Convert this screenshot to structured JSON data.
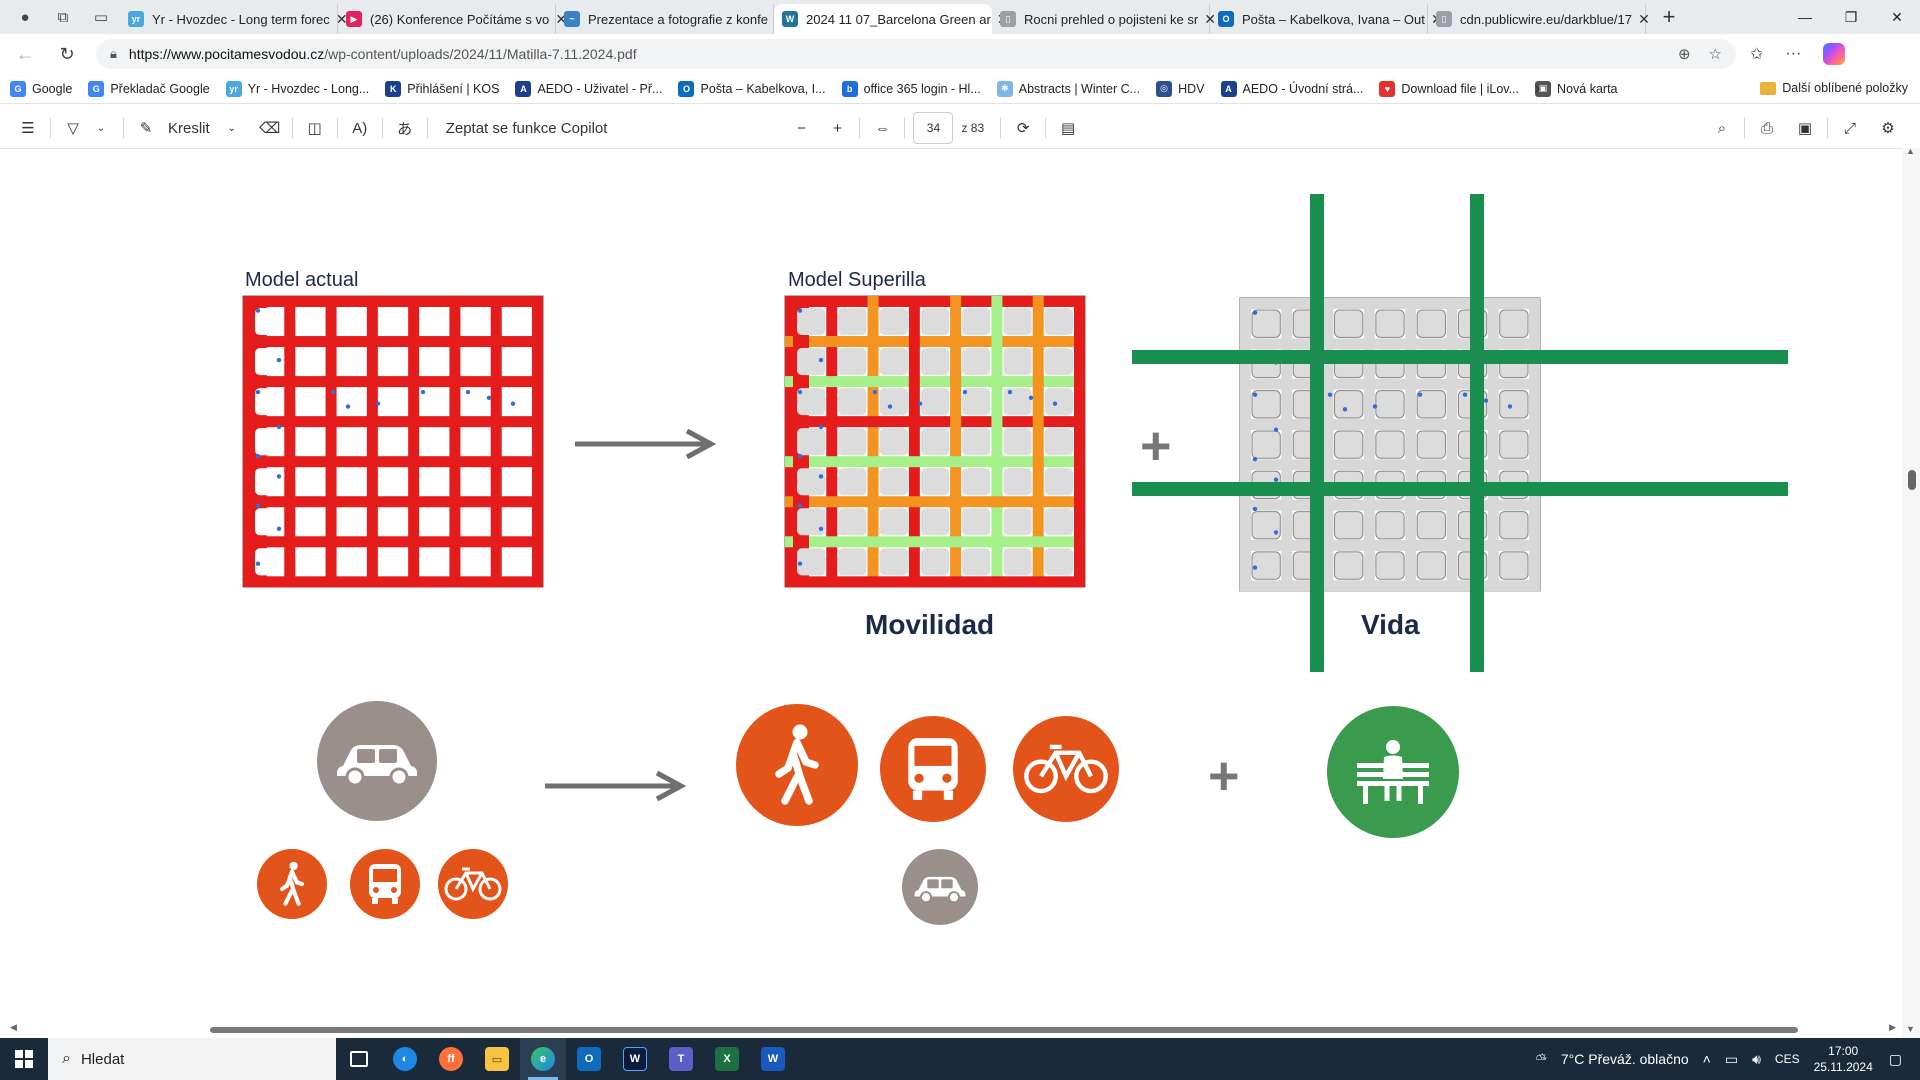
{
  "browser": {
    "tabs": [
      {
        "title": "Yr - Hvozdec - Long term forec",
        "color": "#4aa8e0",
        "glyph": "yr"
      },
      {
        "title": "(26) Konference Počítáme s vo",
        "color": "#e0245e",
        "glyph": "▶"
      },
      {
        "title": "Prezentace a fotografie z konfe",
        "color": "#3b82c4",
        "glyph": "~"
      },
      {
        "title": "2024 11 07_Barcelona Green ar",
        "color": "#21759b",
        "glyph": "W",
        "active": true
      },
      {
        "title": "Rocni prehled o pojisteni ke sr",
        "color": "#9aa0a6",
        "glyph": "▯"
      },
      {
        "title": "Pošta – Kabelkova, Ivana – Out",
        "color": "#0f6cbd",
        "glyph": "O"
      },
      {
        "title": "cdn.publicwire.eu/darkblue/17",
        "color": "#9aa0a6",
        "glyph": "▯"
      }
    ],
    "url_domain": "https://www.pocitamesvodou.cz",
    "url_path": "/wp-content/uploads/2024/11/Matilla-7.11.2024.pdf",
    "favorites": [
      {
        "label": "Google",
        "color": "#4285f4",
        "glyph": "G"
      },
      {
        "label": "Překladač Google",
        "color": "#4285f4",
        "glyph": "G"
      },
      {
        "label": "Yr - Hvozdec - Long...",
        "color": "#4aa8e0",
        "glyph": "yr"
      },
      {
        "label": "Přihlášení | KOS",
        "color": "#1d3f8f",
        "glyph": "K"
      },
      {
        "label": "AEDO - Uživatel - Př...",
        "color": "#1d3f8f",
        "glyph": "A"
      },
      {
        "label": "Pošta – Kabelkova, I...",
        "color": "#0f6cbd",
        "glyph": "O"
      },
      {
        "label": "office 365 login - Hl...",
        "color": "#1e6fd9",
        "glyph": "b"
      },
      {
        "label": "Abstracts | Winter C...",
        "color": "#7cb7e8",
        "glyph": "✱"
      },
      {
        "label": "HDV",
        "color": "#2d4f8f",
        "glyph": "◎"
      },
      {
        "label": "AEDO - Úvodní strá...",
        "color": "#1d3f8f",
        "glyph": "A"
      },
      {
        "label": "Download file | iLov...",
        "color": "#e5322d",
        "glyph": "♥"
      },
      {
        "label": "Nová karta",
        "color": "#555555",
        "glyph": "▣"
      }
    ],
    "favorites_folder": "Další oblíbené položky"
  },
  "pdf_toolbar": {
    "draw_label": "Kreslit",
    "copilot_label": "Zeptat se funkce Copilot",
    "page_current": "34",
    "page_total": "z 83"
  },
  "slide": {
    "title_actual": "Model actual",
    "title_superilla": "Model Superilla",
    "label_movilidad": "Movilidad",
    "label_vida": "Vida",
    "plus": "+"
  },
  "taskbar": {
    "search_placeholder": "Hledat",
    "weather": "7°C  Převáž. oblačno",
    "lang": "CES",
    "time": "17:00",
    "date": "25.11.2024"
  }
}
